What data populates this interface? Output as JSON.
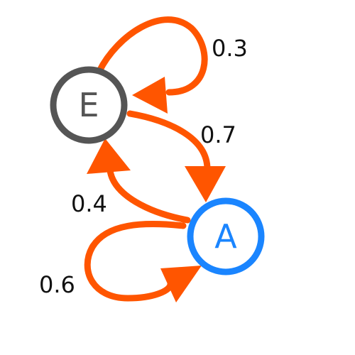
{
  "diagram": {
    "type": "markov-chain",
    "colors": {
      "edge": "#FF5500",
      "node_e": "#555555",
      "node_a": "#1A85FF",
      "label": "#111111"
    },
    "nodes": [
      {
        "id": "E",
        "label": "E"
      },
      {
        "id": "A",
        "label": "A"
      }
    ],
    "edges": [
      {
        "from": "E",
        "to": "E",
        "label": "0.3"
      },
      {
        "from": "E",
        "to": "A",
        "label": "0.7"
      },
      {
        "from": "A",
        "to": "E",
        "label": "0.4"
      },
      {
        "from": "A",
        "to": "A",
        "label": "0.6"
      }
    ]
  }
}
